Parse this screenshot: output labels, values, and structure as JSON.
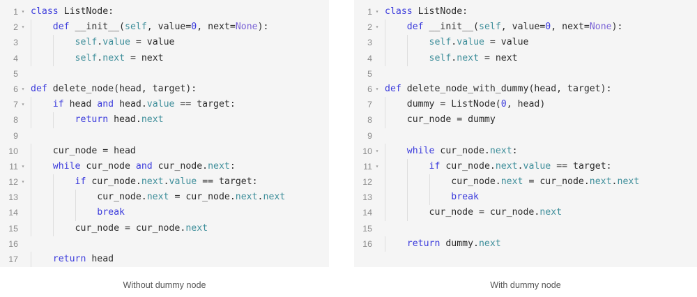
{
  "colors": {
    "panel_bg": "#f5f5f5",
    "page_bg": "#ffffff",
    "keyword": "#3b3bdc",
    "builtin": "#7a63d6",
    "number": "#3b3bdc",
    "self": "#3e8e9a",
    "attribute": "#3e8e9a",
    "plain": "#2b2b2b",
    "line_number": "#8a8a8a",
    "indent_guide": "#dedede",
    "caption": "#555555"
  },
  "panels": [
    {
      "id": "without-dummy",
      "caption": "Without dummy node",
      "language": "python",
      "code": "class ListNode:\n    def __init__(self, value=0, next=None):\n        self.value = value\n        self.next = next\n\ndef delete_node(head, target):\n    if head and head.value == target:\n        return head.next\n\n    cur_node = head\n    while cur_node and cur_node.next:\n        if cur_node.next.value == target:\n            cur_node.next = cur_node.next.next\n            break\n        cur_node = cur_node.next\n\n    return head",
      "lines": [
        {
          "n": 1,
          "fold": true,
          "indent": 0,
          "tokens": [
            {
              "t": "class",
              "c": "kw"
            },
            {
              "t": " ListNode:",
              "c": "pln"
            }
          ]
        },
        {
          "n": 2,
          "fold": true,
          "indent": 1,
          "tokens": [
            {
              "t": "    ",
              "c": "pln"
            },
            {
              "t": "def",
              "c": "kw"
            },
            {
              "t": " __init__(",
              "c": "pln"
            },
            {
              "t": "self",
              "c": "slf"
            },
            {
              "t": ", value=",
              "c": "pln"
            },
            {
              "t": "0",
              "c": "num"
            },
            {
              "t": ", next=",
              "c": "pln"
            },
            {
              "t": "None",
              "c": "bi"
            },
            {
              "t": "):",
              "c": "pln"
            }
          ]
        },
        {
          "n": 3,
          "fold": false,
          "indent": 2,
          "tokens": [
            {
              "t": "        ",
              "c": "pln"
            },
            {
              "t": "self",
              "c": "slf"
            },
            {
              "t": ".",
              "c": "pln"
            },
            {
              "t": "value",
              "c": "attr"
            },
            {
              "t": " = value",
              "c": "pln"
            }
          ]
        },
        {
          "n": 4,
          "fold": false,
          "indent": 2,
          "tokens": [
            {
              "t": "        ",
              "c": "pln"
            },
            {
              "t": "self",
              "c": "slf"
            },
            {
              "t": ".",
              "c": "pln"
            },
            {
              "t": "next",
              "c": "attr"
            },
            {
              "t": " = next",
              "c": "pln"
            }
          ]
        },
        {
          "n": 5,
          "fold": false,
          "indent": 0,
          "tokens": []
        },
        {
          "n": 6,
          "fold": true,
          "indent": 0,
          "tokens": [
            {
              "t": "def",
              "c": "kw"
            },
            {
              "t": " delete_node(head, target):",
              "c": "pln"
            }
          ]
        },
        {
          "n": 7,
          "fold": true,
          "indent": 1,
          "tokens": [
            {
              "t": "    ",
              "c": "pln"
            },
            {
              "t": "if",
              "c": "kw"
            },
            {
              "t": " head ",
              "c": "pln"
            },
            {
              "t": "and",
              "c": "kw"
            },
            {
              "t": " head.",
              "c": "pln"
            },
            {
              "t": "value",
              "c": "attr"
            },
            {
              "t": " == target:",
              "c": "pln"
            }
          ]
        },
        {
          "n": 8,
          "fold": false,
          "indent": 2,
          "tokens": [
            {
              "t": "        ",
              "c": "pln"
            },
            {
              "t": "return",
              "c": "kw"
            },
            {
              "t": " head.",
              "c": "pln"
            },
            {
              "t": "next",
              "c": "attr"
            }
          ]
        },
        {
          "n": 9,
          "fold": false,
          "indent": 0,
          "tokens": []
        },
        {
          "n": 10,
          "fold": false,
          "indent": 1,
          "tokens": [
            {
              "t": "    cur_node = head",
              "c": "pln"
            }
          ]
        },
        {
          "n": 11,
          "fold": true,
          "indent": 1,
          "tokens": [
            {
              "t": "    ",
              "c": "pln"
            },
            {
              "t": "while",
              "c": "kw"
            },
            {
              "t": " cur_node ",
              "c": "pln"
            },
            {
              "t": "and",
              "c": "kw"
            },
            {
              "t": " cur_node.",
              "c": "pln"
            },
            {
              "t": "next",
              "c": "attr"
            },
            {
              "t": ":",
              "c": "pln"
            }
          ]
        },
        {
          "n": 12,
          "fold": true,
          "indent": 2,
          "tokens": [
            {
              "t": "        ",
              "c": "pln"
            },
            {
              "t": "if",
              "c": "kw"
            },
            {
              "t": " cur_node.",
              "c": "pln"
            },
            {
              "t": "next",
              "c": "attr"
            },
            {
              "t": ".",
              "c": "pln"
            },
            {
              "t": "value",
              "c": "attr"
            },
            {
              "t": " == target:",
              "c": "pln"
            }
          ]
        },
        {
          "n": 13,
          "fold": false,
          "indent": 3,
          "tokens": [
            {
              "t": "            cur_node.",
              "c": "pln"
            },
            {
              "t": "next",
              "c": "attr"
            },
            {
              "t": " = cur_node.",
              "c": "pln"
            },
            {
              "t": "next",
              "c": "attr"
            },
            {
              "t": ".",
              "c": "pln"
            },
            {
              "t": "next",
              "c": "attr"
            }
          ]
        },
        {
          "n": 14,
          "fold": false,
          "indent": 3,
          "tokens": [
            {
              "t": "            ",
              "c": "pln"
            },
            {
              "t": "break",
              "c": "kw"
            }
          ]
        },
        {
          "n": 15,
          "fold": false,
          "indent": 2,
          "tokens": [
            {
              "t": "        cur_node = cur_node.",
              "c": "pln"
            },
            {
              "t": "next",
              "c": "attr"
            }
          ]
        },
        {
          "n": 16,
          "fold": false,
          "indent": 0,
          "tokens": []
        },
        {
          "n": 17,
          "fold": false,
          "indent": 1,
          "tokens": [
            {
              "t": "    ",
              "c": "pln"
            },
            {
              "t": "return",
              "c": "kw"
            },
            {
              "t": " head",
              "c": "pln"
            }
          ]
        }
      ]
    },
    {
      "id": "with-dummy",
      "caption": "With dummy node",
      "language": "python",
      "code": "class ListNode:\n    def __init__(self, value=0, next=None):\n        self.value = value\n        self.next = next\n\ndef delete_node_with_dummy(head, target):\n    dummy = ListNode(0, head)\n    cur_node = dummy\n\n    while cur_node.next:\n        if cur_node.next.value == target:\n            cur_node.next = cur_node.next.next\n            break\n        cur_node = cur_node.next\n\n    return dummy.next",
      "lines": [
        {
          "n": 1,
          "fold": true,
          "indent": 0,
          "tokens": [
            {
              "t": "class",
              "c": "kw"
            },
            {
              "t": " ListNode:",
              "c": "pln"
            }
          ]
        },
        {
          "n": 2,
          "fold": true,
          "indent": 1,
          "tokens": [
            {
              "t": "    ",
              "c": "pln"
            },
            {
              "t": "def",
              "c": "kw"
            },
            {
              "t": " __init__(",
              "c": "pln"
            },
            {
              "t": "self",
              "c": "slf"
            },
            {
              "t": ", value=",
              "c": "pln"
            },
            {
              "t": "0",
              "c": "num"
            },
            {
              "t": ", next=",
              "c": "pln"
            },
            {
              "t": "None",
              "c": "bi"
            },
            {
              "t": "):",
              "c": "pln"
            }
          ]
        },
        {
          "n": 3,
          "fold": false,
          "indent": 2,
          "tokens": [
            {
              "t": "        ",
              "c": "pln"
            },
            {
              "t": "self",
              "c": "slf"
            },
            {
              "t": ".",
              "c": "pln"
            },
            {
              "t": "value",
              "c": "attr"
            },
            {
              "t": " = value",
              "c": "pln"
            }
          ]
        },
        {
          "n": 4,
          "fold": false,
          "indent": 2,
          "tokens": [
            {
              "t": "        ",
              "c": "pln"
            },
            {
              "t": "self",
              "c": "slf"
            },
            {
              "t": ".",
              "c": "pln"
            },
            {
              "t": "next",
              "c": "attr"
            },
            {
              "t": " = next",
              "c": "pln"
            }
          ]
        },
        {
          "n": 5,
          "fold": false,
          "indent": 0,
          "tokens": []
        },
        {
          "n": 6,
          "fold": true,
          "indent": 0,
          "tokens": [
            {
              "t": "def",
              "c": "kw"
            },
            {
              "t": " delete_node_with_dummy(head, target):",
              "c": "pln"
            }
          ]
        },
        {
          "n": 7,
          "fold": false,
          "indent": 1,
          "tokens": [
            {
              "t": "    dummy = ListNode(",
              "c": "pln"
            },
            {
              "t": "0",
              "c": "num"
            },
            {
              "t": ", head)",
              "c": "pln"
            }
          ]
        },
        {
          "n": 8,
          "fold": false,
          "indent": 1,
          "tokens": [
            {
              "t": "    cur_node = dummy",
              "c": "pln"
            }
          ]
        },
        {
          "n": 9,
          "fold": false,
          "indent": 0,
          "tokens": []
        },
        {
          "n": 10,
          "fold": true,
          "indent": 1,
          "tokens": [
            {
              "t": "    ",
              "c": "pln"
            },
            {
              "t": "while",
              "c": "kw"
            },
            {
              "t": " cur_node.",
              "c": "pln"
            },
            {
              "t": "next",
              "c": "attr"
            },
            {
              "t": ":",
              "c": "pln"
            }
          ]
        },
        {
          "n": 11,
          "fold": true,
          "indent": 2,
          "tokens": [
            {
              "t": "        ",
              "c": "pln"
            },
            {
              "t": "if",
              "c": "kw"
            },
            {
              "t": " cur_node.",
              "c": "pln"
            },
            {
              "t": "next",
              "c": "attr"
            },
            {
              "t": ".",
              "c": "pln"
            },
            {
              "t": "value",
              "c": "attr"
            },
            {
              "t": " == target:",
              "c": "pln"
            }
          ]
        },
        {
          "n": 12,
          "fold": false,
          "indent": 3,
          "tokens": [
            {
              "t": "            cur_node.",
              "c": "pln"
            },
            {
              "t": "next",
              "c": "attr"
            },
            {
              "t": " = cur_node.",
              "c": "pln"
            },
            {
              "t": "next",
              "c": "attr"
            },
            {
              "t": ".",
              "c": "pln"
            },
            {
              "t": "next",
              "c": "attr"
            }
          ]
        },
        {
          "n": 13,
          "fold": false,
          "indent": 3,
          "tokens": [
            {
              "t": "            ",
              "c": "pln"
            },
            {
              "t": "break",
              "c": "kw"
            }
          ]
        },
        {
          "n": 14,
          "fold": false,
          "indent": 2,
          "tokens": [
            {
              "t": "        cur_node = cur_node.",
              "c": "pln"
            },
            {
              "t": "next",
              "c": "attr"
            }
          ]
        },
        {
          "n": 15,
          "fold": false,
          "indent": 0,
          "tokens": []
        },
        {
          "n": 16,
          "fold": false,
          "indent": 1,
          "tokens": [
            {
              "t": "    ",
              "c": "pln"
            },
            {
              "t": "return",
              "c": "kw"
            },
            {
              "t": " dummy.",
              "c": "pln"
            },
            {
              "t": "next",
              "c": "attr"
            }
          ]
        }
      ]
    }
  ],
  "icons": {
    "fold_triangle": "▾"
  }
}
